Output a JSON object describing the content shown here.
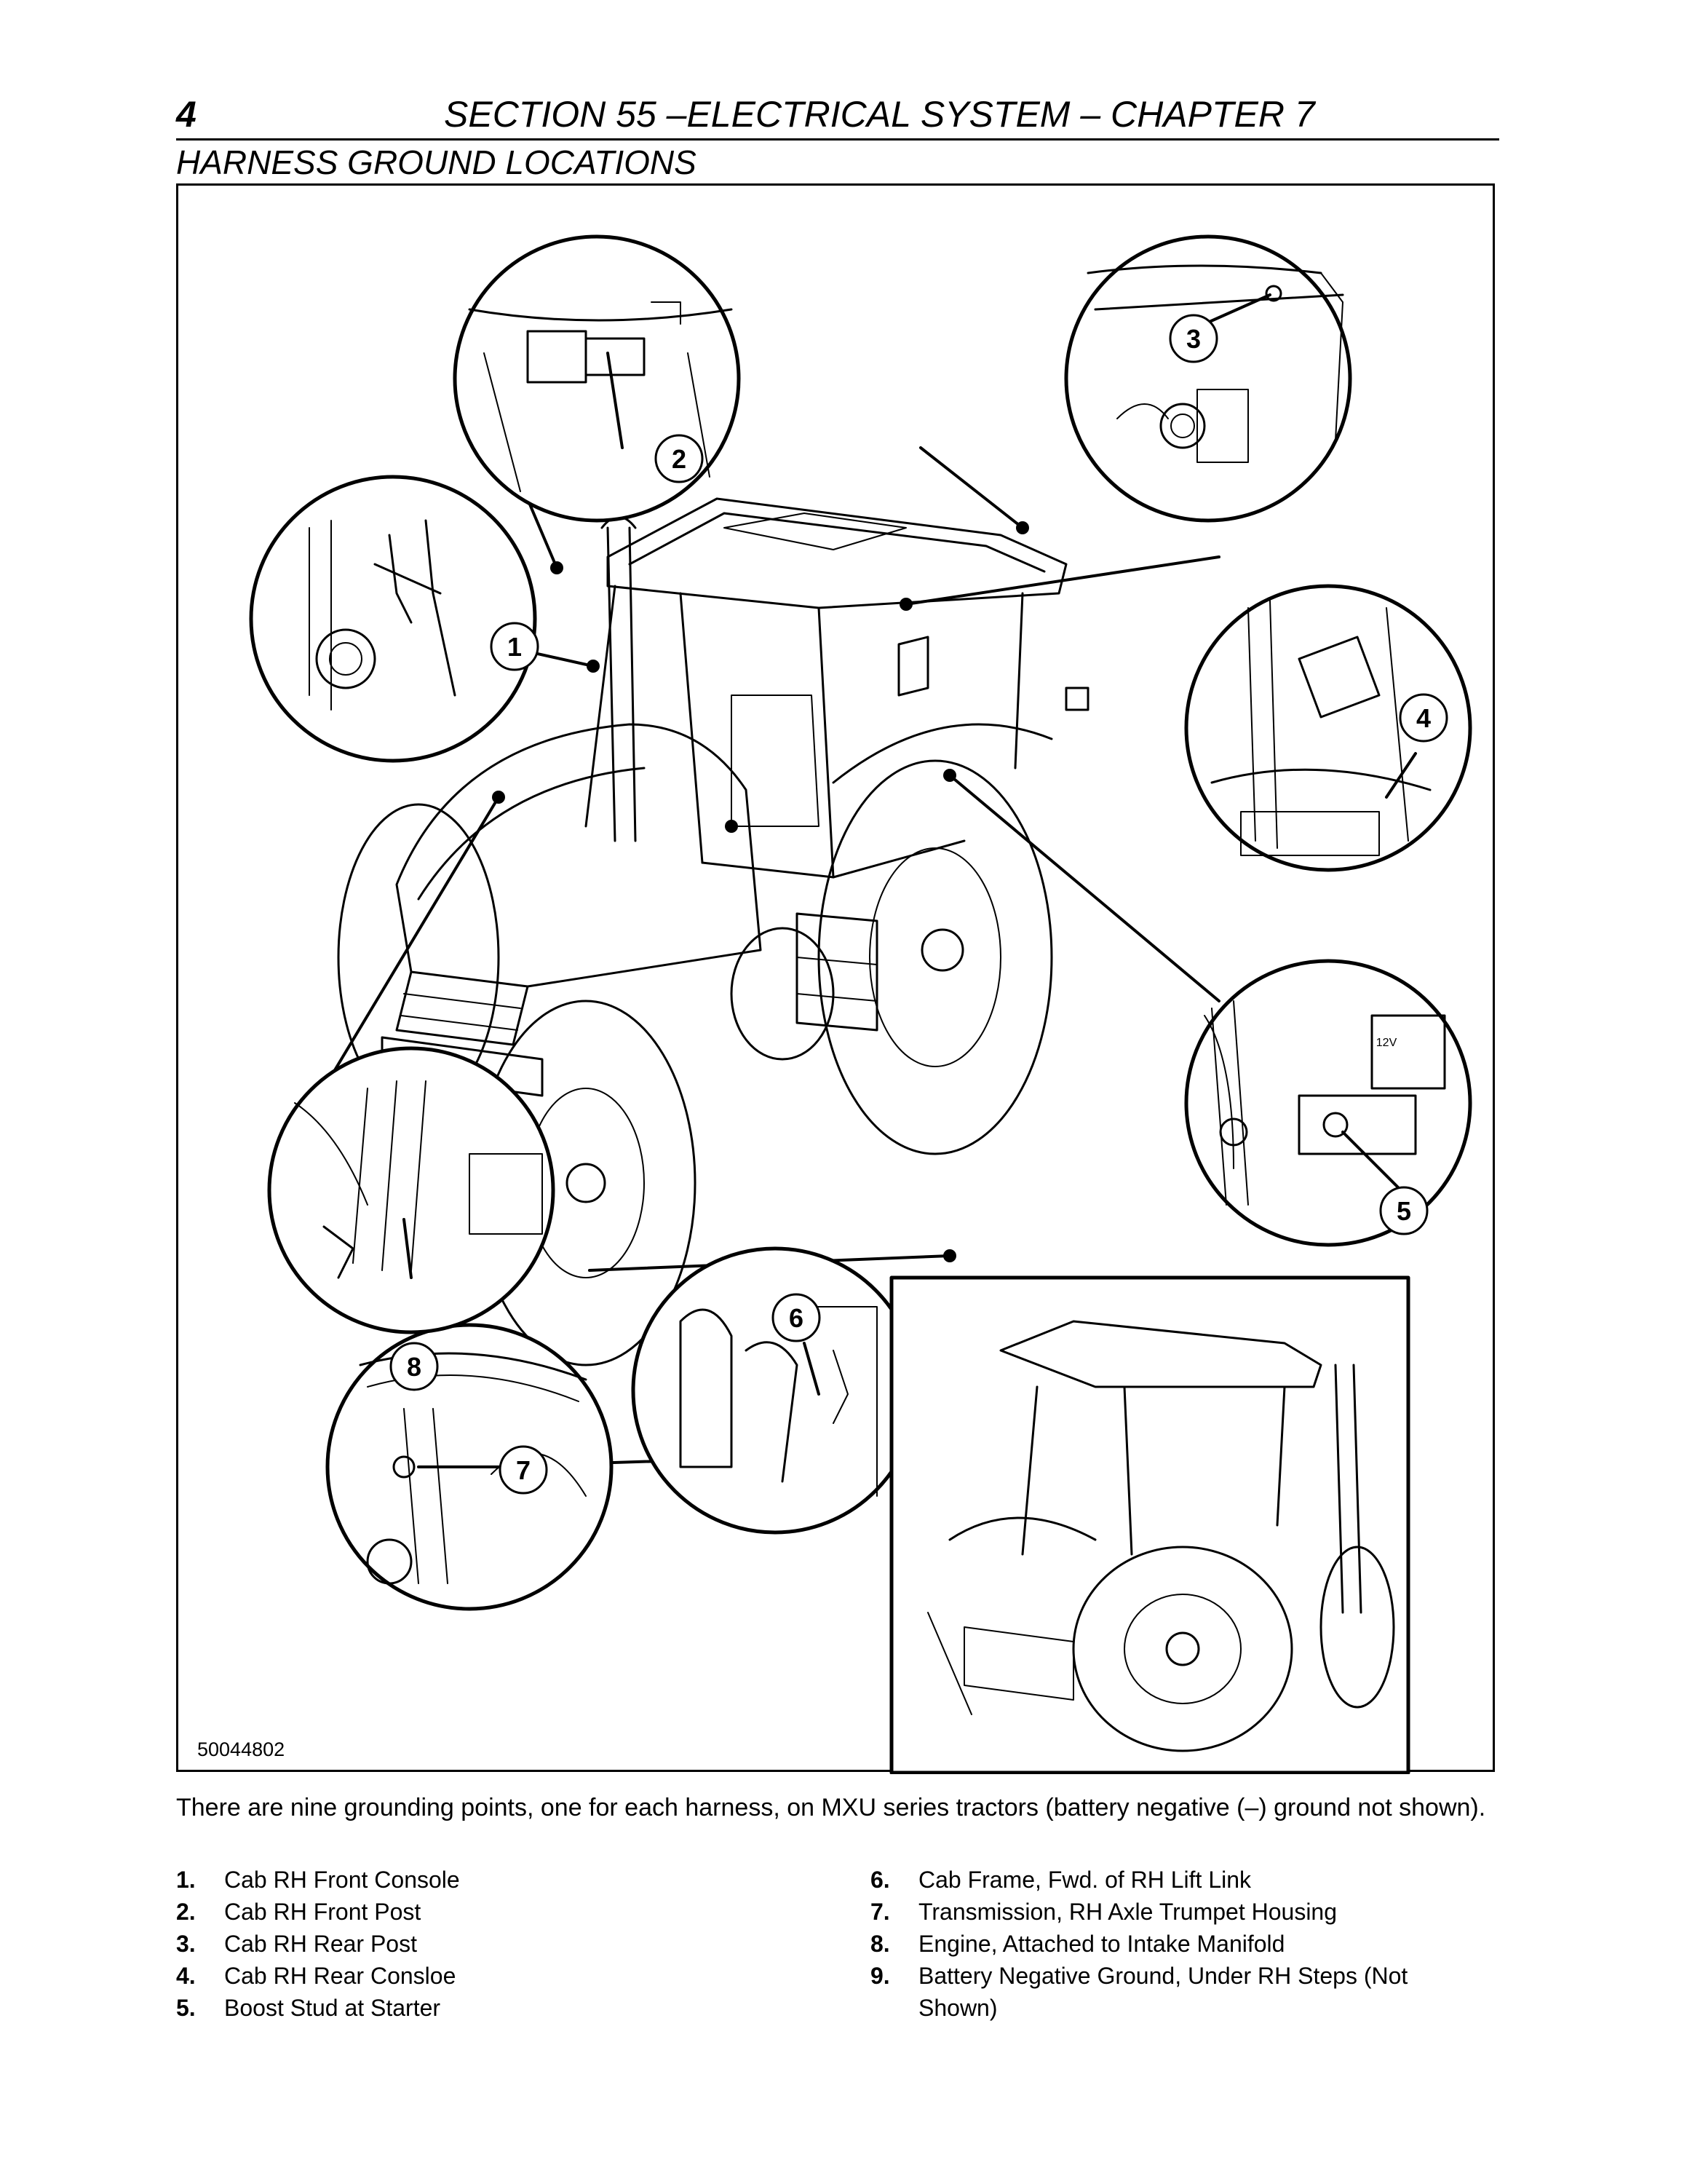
{
  "header": {
    "page_number": "4",
    "section_title": "SECTION 55 –ELECTRICAL SYSTEM – CHAPTER 7",
    "subheading": "HARNESS GROUND LOCATIONS"
  },
  "figure": {
    "figure_id": "50044802",
    "callouts": [
      "1",
      "2",
      "3",
      "4",
      "5",
      "6",
      "7",
      "8"
    ],
    "battery_label": "12V"
  },
  "body": {
    "intro": "There are nine grounding points, one for each harness, on MXU series tractors (battery negative (–) ground not shown)."
  },
  "legend": {
    "left": [
      {
        "num": "1.",
        "text": "Cab RH Front Console"
      },
      {
        "num": "2.",
        "text": "Cab RH Front Post"
      },
      {
        "num": "3.",
        "text": "Cab RH Rear Post"
      },
      {
        "num": "4.",
        "text": "Cab RH Rear Consloe"
      },
      {
        "num": "5.",
        "text": "Boost Stud at Starter"
      }
    ],
    "right": [
      {
        "num": "6.",
        "text": "Cab Frame, Fwd. of RH Lift Link"
      },
      {
        "num": "7.",
        "text": "Transmission, RH Axle Trumpet Housing"
      },
      {
        "num": "8.",
        "text": "Engine, Attached to Intake Manifold"
      },
      {
        "num": "9.",
        "text": "Battery Negative Ground, Under RH Steps (Not Shown)"
      }
    ]
  }
}
